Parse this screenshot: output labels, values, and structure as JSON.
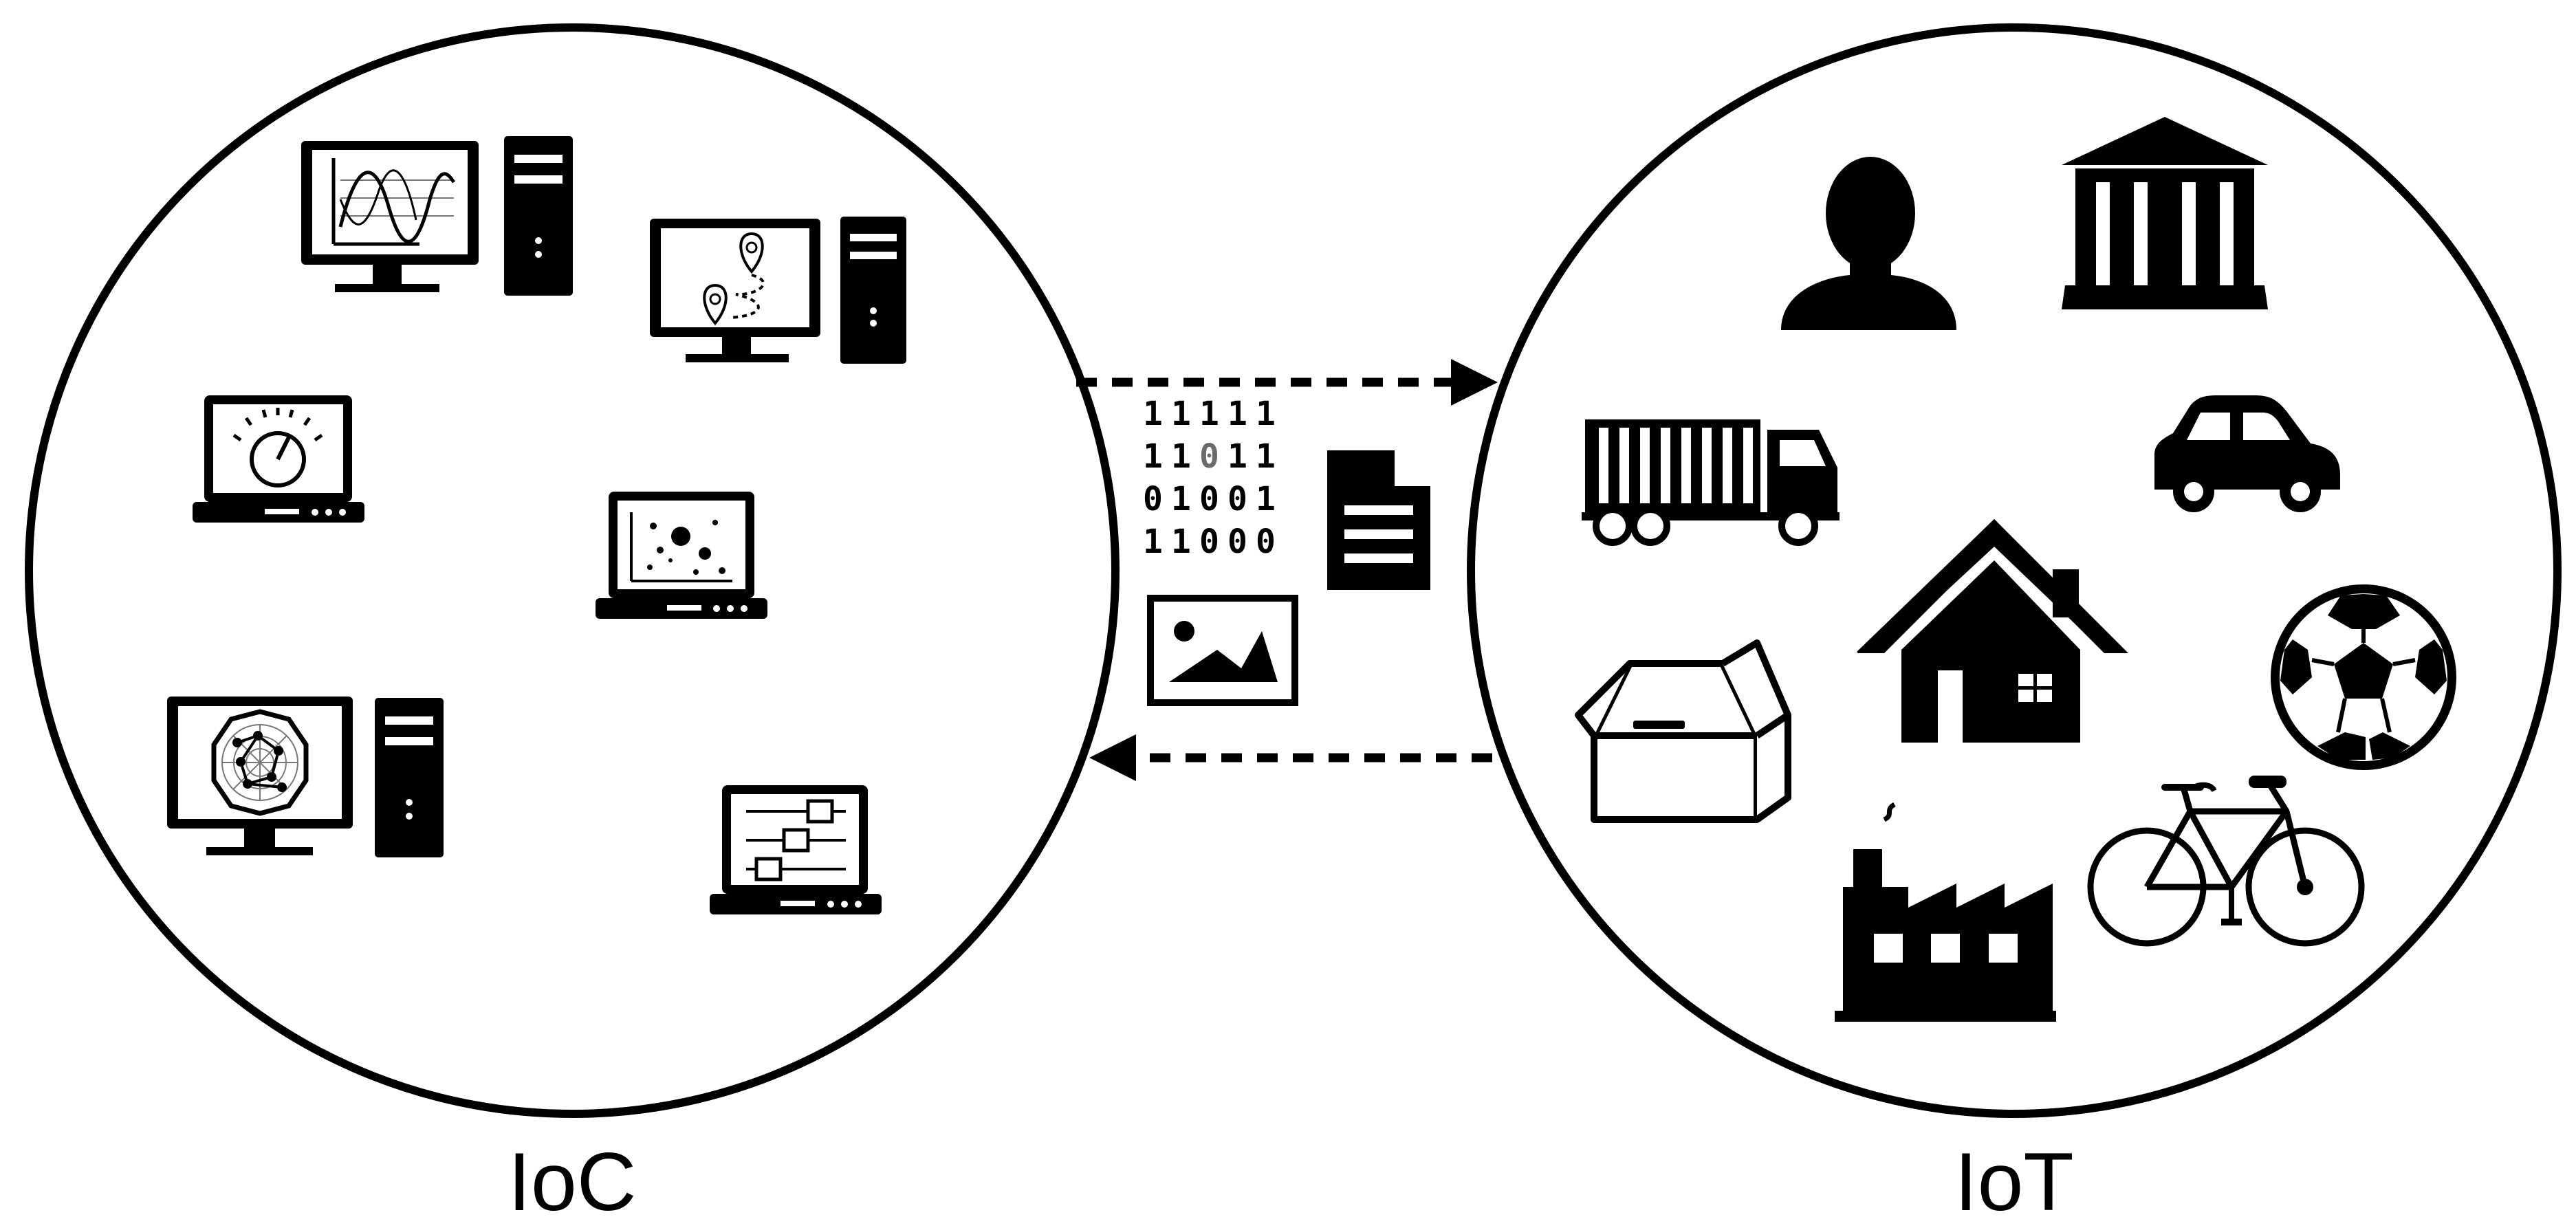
{
  "diagram": {
    "left_label": "IoC",
    "right_label": "IoT",
    "binary_rows": [
      "11111",
      "11011",
      "01001",
      "11000"
    ],
    "binary_highlight": {
      "row": 1,
      "col": 2
    },
    "left_icons": [
      "monitor-wave-chart-icon",
      "tower-pc-icon",
      "monitor-map-route-icon",
      "tower-pc-icon",
      "laptop-gauge-icon",
      "laptop-scatter-plot-icon",
      "monitor-network-graph-icon",
      "tower-pc-icon",
      "laptop-sliders-icon"
    ],
    "center_icons": [
      "binary-data-icon",
      "document-icon",
      "image-icon"
    ],
    "right_icons": [
      "person-icon",
      "institution-icon",
      "truck-icon",
      "car-icon",
      "house-icon",
      "package-box-icon",
      "soccer-ball-icon",
      "factory-icon",
      "bicycle-icon"
    ],
    "arrows": [
      "ioc-to-iot",
      "iot-to-ioc"
    ],
    "colors": {
      "ink": "#000000",
      "background": "#ffffff",
      "highlight_digit": "#6b6b6b"
    }
  }
}
